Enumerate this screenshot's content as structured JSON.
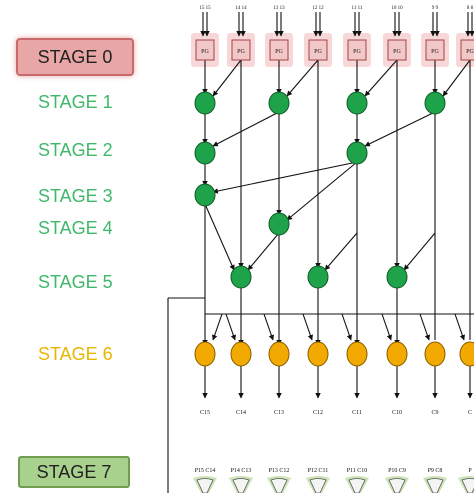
{
  "stages": {
    "s0": "STAGE 0",
    "s1": "STAGE 1",
    "s2": "STAGE 2",
    "s3": "STAGE 3",
    "s4": "STAGE 4",
    "s5": "STAGE 5",
    "s6": "STAGE 6",
    "s7": "STAGE 7"
  },
  "colors": {
    "stage0_box": "#e8a6a6",
    "stage0_border": "#c96a6a",
    "green_text": "#3fb86a",
    "orange_text": "#e8b500",
    "stage7_box": "#a9d18e",
    "stage7_border": "#6e9e4e",
    "green_node": "#1fa34a",
    "orange_node": "#f2a900",
    "pg_fill": "#f2c7c7",
    "pg_stroke": "#a24444",
    "xor_fill": "#b7d99a"
  },
  "pg_label": "PG",
  "top_inputs": [
    "15 15",
    "14 14",
    "13 13",
    "12 12",
    "11 11",
    "10 10",
    "9 9",
    "8 8"
  ],
  "carries": [
    "C15",
    "C14",
    "C13",
    "C12",
    "C11",
    "C10",
    "C9",
    "C"
  ],
  "xor_inputs": [
    "P15 C14",
    "P14 C13",
    "P13 C12",
    "P12 C11",
    "P11 C10",
    "P10 C9",
    "P9 C8",
    "P"
  ]
}
